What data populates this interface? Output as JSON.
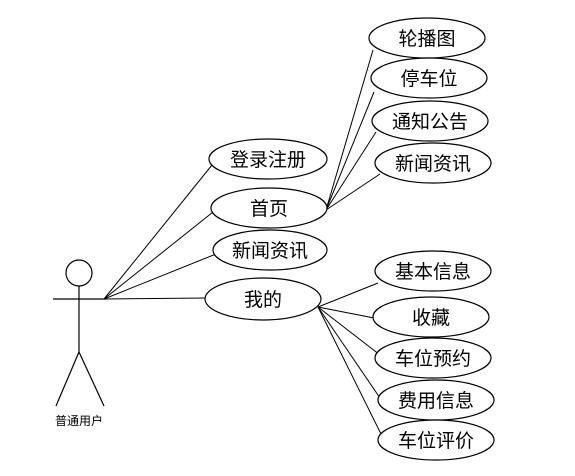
{
  "actor": {
    "label": "普通用户"
  },
  "use_cases": {
    "login": "登录注册",
    "home": "首页",
    "news_main": "新闻资讯",
    "mine": "我的",
    "carousel": "轮播图",
    "parking": "停车位",
    "notice": "通知公告",
    "news_sub": "新闻资讯",
    "basic_info": "基本信息",
    "favorites": "收藏",
    "reservation": "车位预约",
    "fee_info": "费用信息",
    "review": "车位评价"
  },
  "colors": {
    "stroke": "#000000",
    "fill": "#ffffff",
    "text": "#000000"
  }
}
